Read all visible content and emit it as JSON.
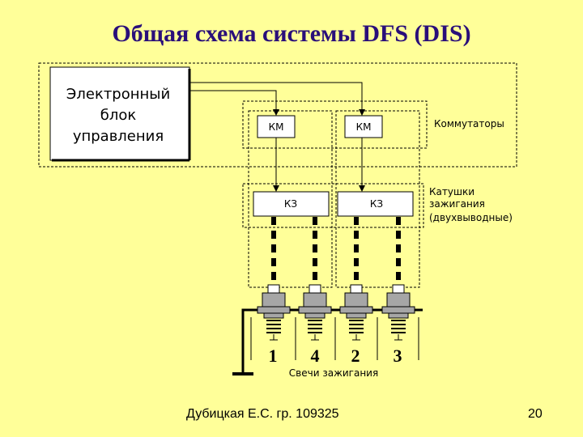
{
  "title": "Общая схема системы DFS (DIS)",
  "ecu": {
    "line1": "Электронный",
    "line2": "блок",
    "line3": "управления"
  },
  "switch_label": "КМ",
  "coil_label": "КЗ",
  "switches_caption": "Коммутаторы",
  "coils_caption": {
    "line1": "Катушки",
    "line2": "зажигания",
    "line3": "(двухвыводные)"
  },
  "plug_numbers": [
    "1",
    "4",
    "2",
    "3"
  ],
  "plugs_caption": "Свечи зажигания",
  "footer": {
    "author": "Дубицкая Е.С. гр. 109325",
    "page": "20"
  },
  "colors": {
    "background": "#ffff99",
    "title": "#2a0f7a",
    "box_fill": "#ffffff",
    "plug_body": "#a6a6a6"
  }
}
